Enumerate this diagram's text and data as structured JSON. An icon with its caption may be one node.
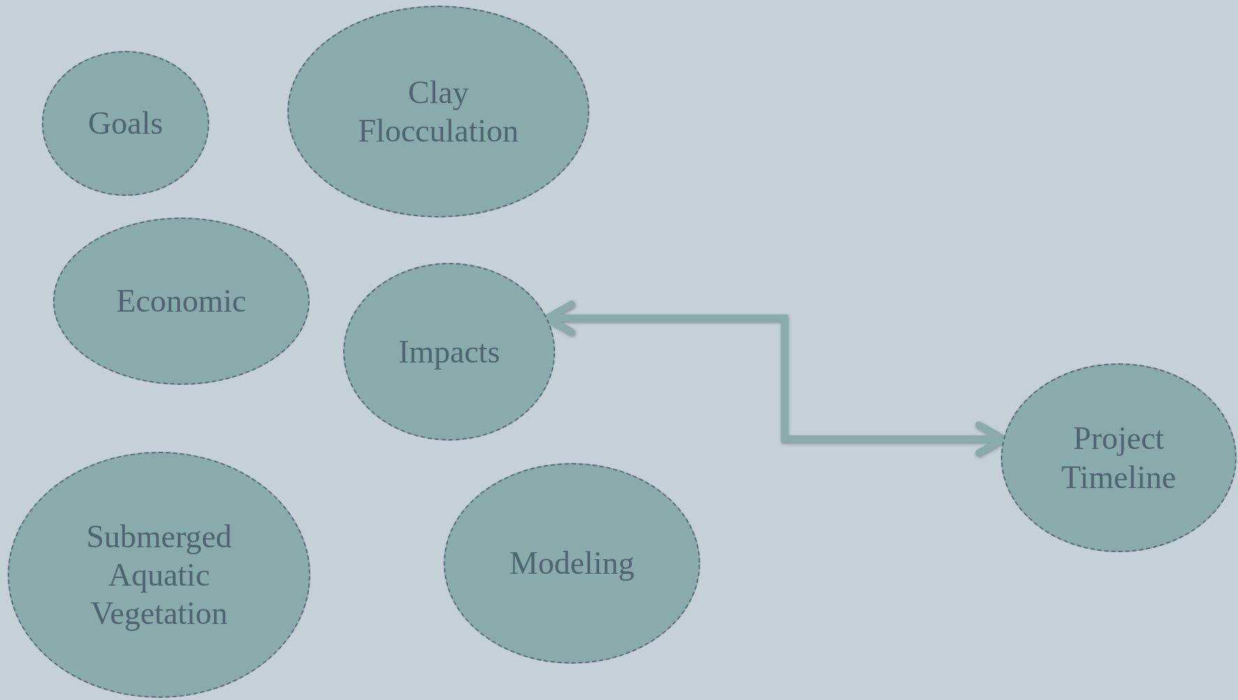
{
  "diagram": {
    "nodes": [
      {
        "text": [
          "Goals"
        ]
      },
      {
        "text": [
          "Clay Flocculation"
        ]
      },
      {
        "text": [
          "Economic"
        ]
      },
      {
        "text": [
          "Impacts"
        ]
      },
      {
        "text": [
          "Submerged Aquatic Vegetation"
        ]
      },
      {
        "text": [
          "Modeling"
        ]
      },
      {
        "text": [
          "Project Timeline"
        ]
      }
    ],
    "edges": [
      {
        "from": 3,
        "to": 6,
        "arrow": "both"
      }
    ]
  }
}
